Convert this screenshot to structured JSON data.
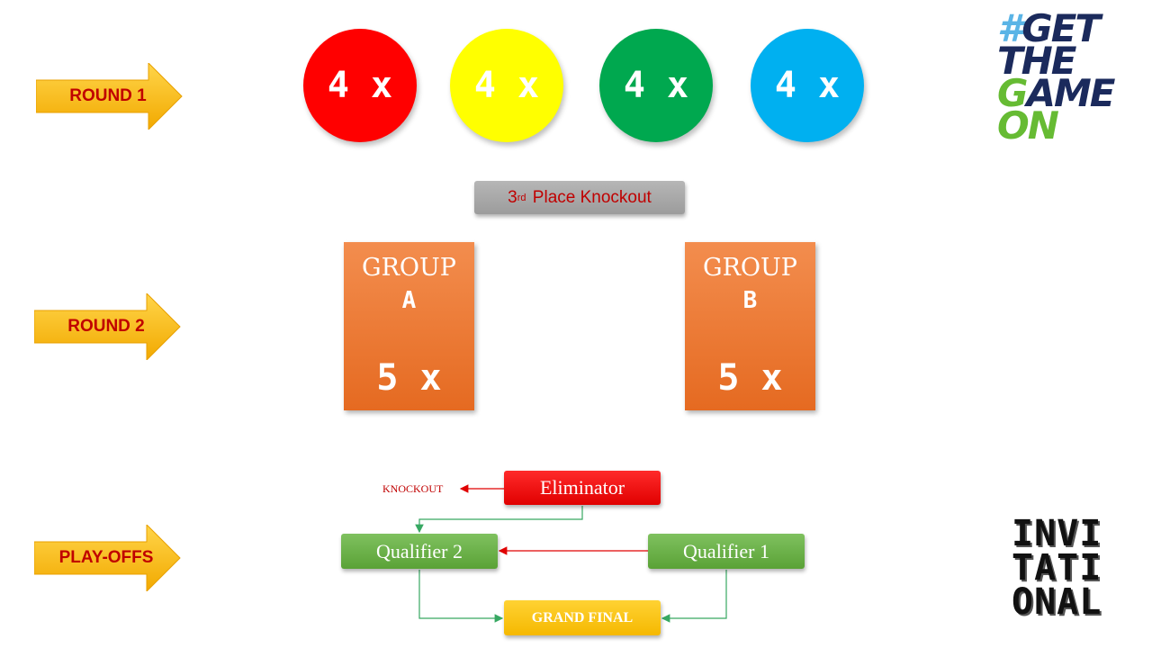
{
  "rounds": {
    "round1": "ROUND 1",
    "round2": "ROUND 2",
    "playoffs": "PLAY-OFFS"
  },
  "round1_circles": [
    {
      "label": "4 x",
      "color": "#ff0000"
    },
    {
      "label": "4 x",
      "color": "#ffff00"
    },
    {
      "label": "4 x",
      "color": "#00a84f"
    },
    {
      "label": "4 x",
      "color": "#00b0f0"
    }
  ],
  "third_place": {
    "sup": "rd",
    "number": "3",
    "text": "Place Knockout"
  },
  "groups": [
    {
      "title": "GROUP",
      "letter": "A",
      "count": "5 x"
    },
    {
      "title": "GROUP",
      "letter": "B",
      "count": "5 x"
    }
  ],
  "playoffs": {
    "knockout_label": "KNOCKOUT",
    "eliminator": "Eliminator",
    "qualifier2": "Qualifier 2",
    "qualifier1": "Qualifier 1",
    "grand_final": "GRAND FINAL"
  },
  "logos": {
    "get_the_game_on": {
      "hash": "#",
      "line1": "GET",
      "line2": "THE",
      "line3_g": "G",
      "line3_rest": "AME",
      "line4": "ON"
    },
    "invitational": {
      "line1": "INVI",
      "line2": "TATI",
      "line3": "ONAL"
    }
  },
  "colors": {
    "arrow": "#f7b500",
    "label_red": "#c00000",
    "group_orange": "#ec7a33",
    "connector_green": "#37a862",
    "connector_red": "#e00000"
  }
}
